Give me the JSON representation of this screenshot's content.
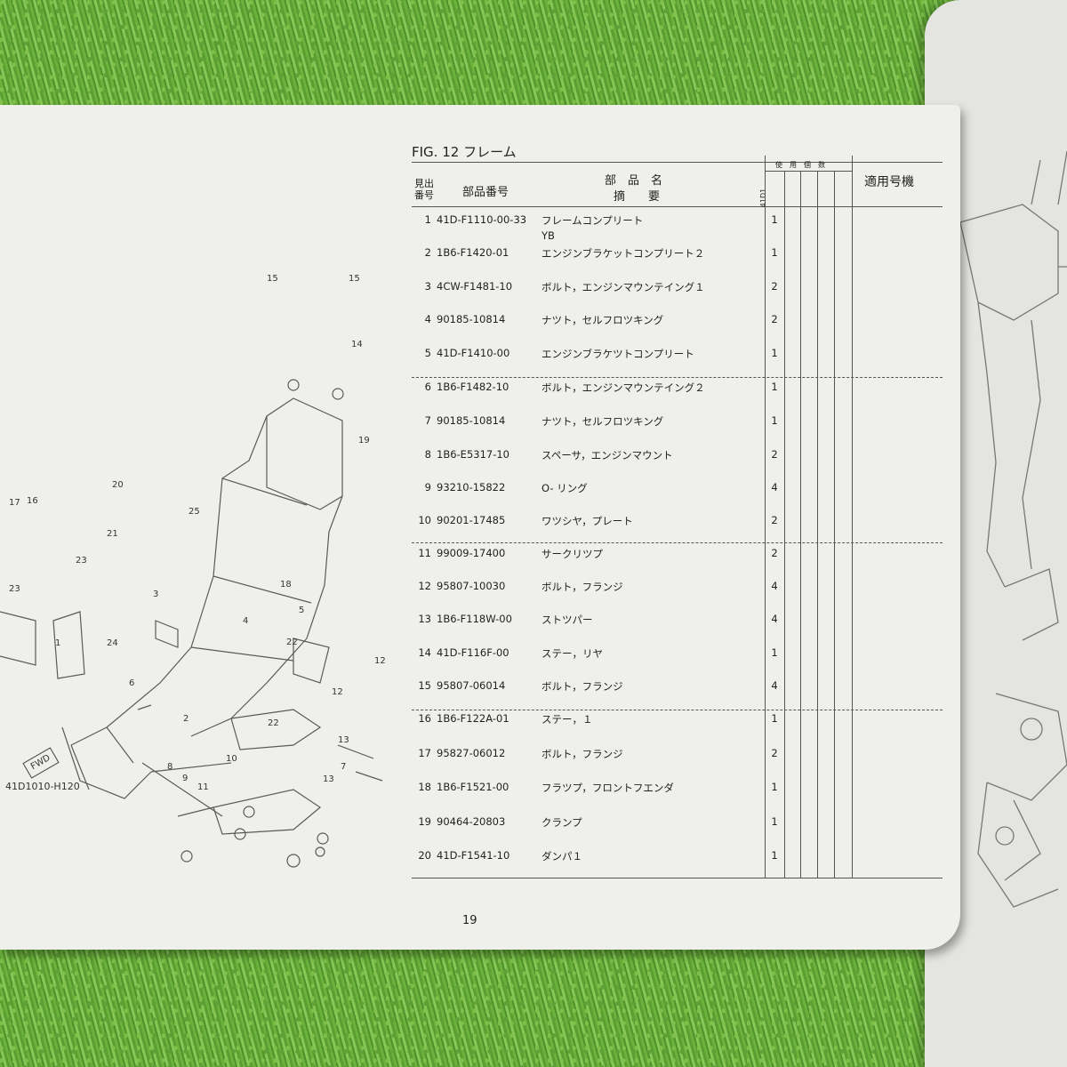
{
  "figure": {
    "title": "FIG. 12  フレーム",
    "drawing_code": "41D1010-H120",
    "fwd_label": "FWD",
    "callouts": [
      "15",
      "15",
      "14",
      "19",
      "20",
      "25",
      "17",
      "16",
      "21",
      "23",
      "23",
      "18",
      "3",
      "4",
      "5",
      "1",
      "24",
      "22",
      "12",
      "6",
      "12",
      "2",
      "22",
      "13",
      "8",
      "9",
      "10",
      "11",
      "7",
      "13"
    ]
  },
  "table": {
    "headers": {
      "ref_no": "見出\n番号",
      "part_no": "部品番号",
      "part_name": "部　品　名",
      "description": "摘　　要",
      "qty": "使　用　個　数",
      "model_code": "41D1",
      "applicable": "適用号機"
    },
    "rows": [
      {
        "no": "1",
        "part_no": "41D-F1110-00-33",
        "name": "フレームコンプリート",
        "qty": "1",
        "note": "YB"
      },
      {
        "no": "2",
        "part_no": "1B6-F1420-01",
        "name": "エンジンブラケットコンプリート２",
        "qty": "1"
      },
      {
        "no": "3",
        "part_no": "4CW-F1481-10",
        "name": "ボルト，エンジンマウンテイング１",
        "qty": "2"
      },
      {
        "no": "4",
        "part_no": "90185-10814",
        "name": "ナツト，セルフロツキング",
        "qty": "2"
      },
      {
        "no": "5",
        "part_no": "41D-F1410-00",
        "name": "エンジンブラケツトコンプリート",
        "qty": "1"
      },
      {
        "no": "6",
        "part_no": "1B6-F1482-10",
        "name": "ボルト，エンジンマウンテイング２",
        "qty": "1"
      },
      {
        "no": "7",
        "part_no": "90185-10814",
        "name": "ナツト，セルフロツキング",
        "qty": "1"
      },
      {
        "no": "8",
        "part_no": "1B6-E5317-10",
        "name": "スペーサ，エンジンマウント",
        "qty": "2"
      },
      {
        "no": "9",
        "part_no": "93210-15822",
        "name": "O- リング",
        "qty": "4"
      },
      {
        "no": "10",
        "part_no": "90201-17485",
        "name": "ワツシヤ，プレート",
        "qty": "2"
      },
      {
        "no": "11",
        "part_no": "99009-17400",
        "name": "サークリツプ",
        "qty": "2"
      },
      {
        "no": "12",
        "part_no": "95807-10030",
        "name": "ボルト，フランジ",
        "qty": "4"
      },
      {
        "no": "13",
        "part_no": "1B6-F118W-00",
        "name": "ストツパー",
        "qty": "4"
      },
      {
        "no": "14",
        "part_no": "41D-F116F-00",
        "name": "ステー，リヤ",
        "qty": "1"
      },
      {
        "no": "15",
        "part_no": "95807-06014",
        "name": "ボルト，フランジ",
        "qty": "4"
      },
      {
        "no": "16",
        "part_no": "1B6-F122A-01",
        "name": "ステー，１",
        "qty": "1"
      },
      {
        "no": "17",
        "part_no": "95827-06012",
        "name": "ボルト，フランジ",
        "qty": "2"
      },
      {
        "no": "18",
        "part_no": "1B6-F1521-00",
        "name": "フラツプ，フロントフエンダ",
        "qty": "1"
      },
      {
        "no": "19",
        "part_no": "90464-20803",
        "name": "クランプ",
        "qty": "1"
      },
      {
        "no": "20",
        "part_no": "41D-F1541-10",
        "name": "ダンパ１",
        "qty": "1"
      }
    ]
  },
  "page_number": "19"
}
